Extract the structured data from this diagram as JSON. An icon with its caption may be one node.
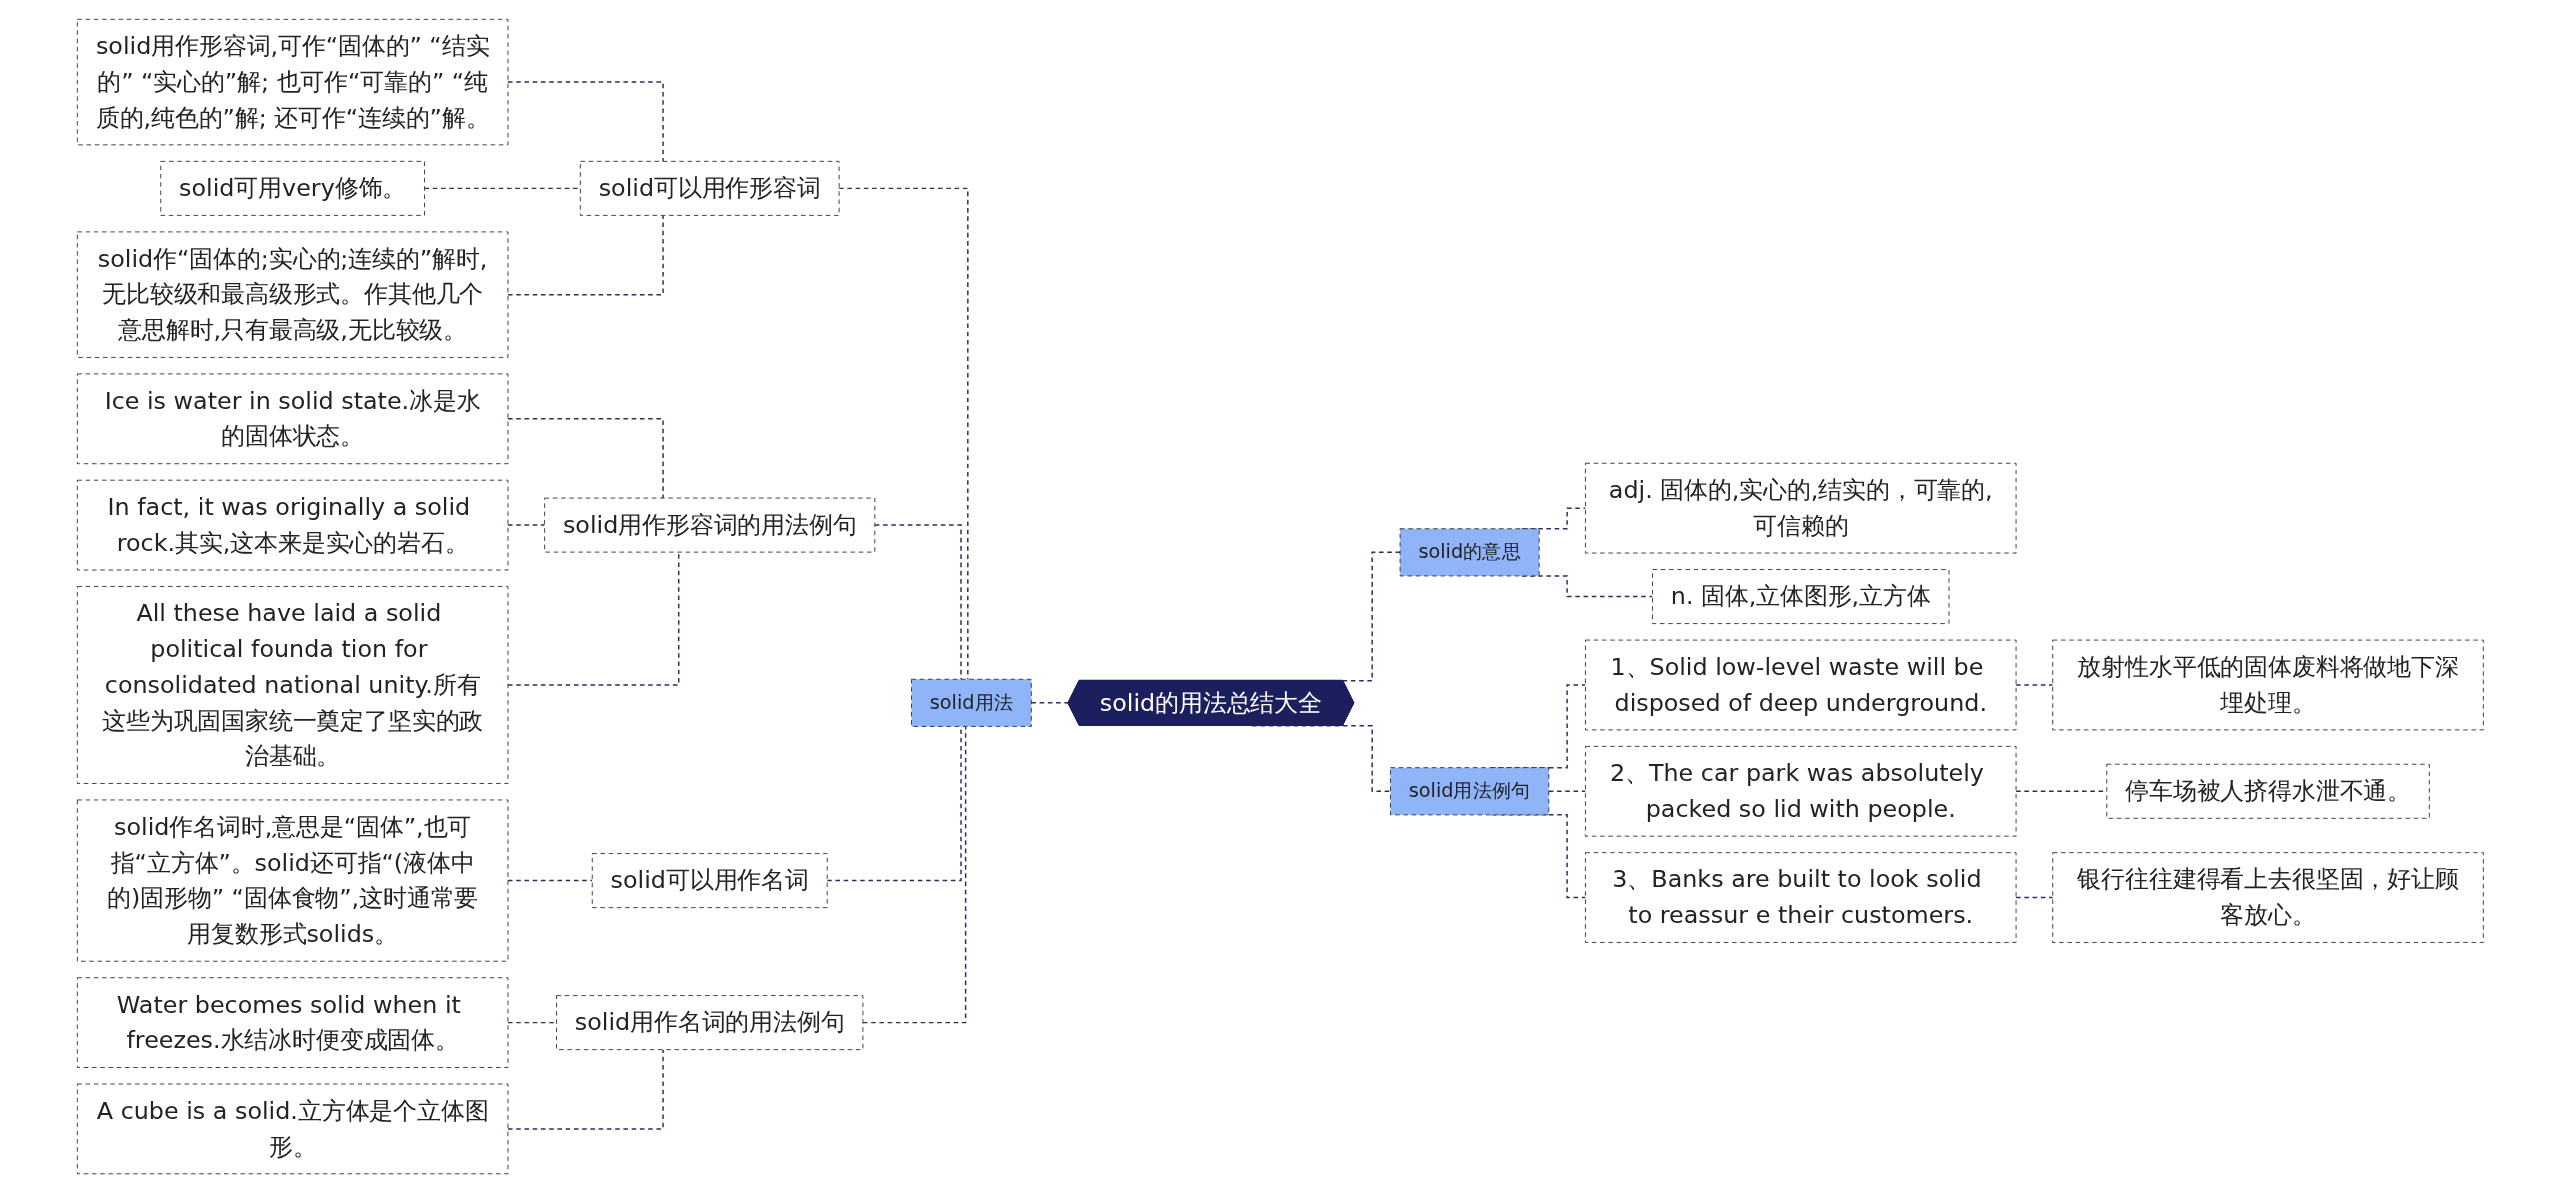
{
  "diagram": {
    "nodes": [
      {
        "text": [
          "solid的用法总结大全"
        ]
      },
      {
        "text": [
          "solid用法"
        ]
      },
      {
        "text": [
          "solid可以用作形容词"
        ]
      },
      {
        "text": [
          "solid用作形容词,可作“固体的” “结实的” “实心的”解; 也可作“可靠的” “纯质的,纯色的”解; 还可作“连续的”解。"
        ]
      },
      {
        "text": [
          "solid可用very修饰。"
        ]
      },
      {
        "text": [
          "solid作“固体的;实心的;连续的”解时,无比较级和最高级形式。作其他几个意思解时,只有最高级,无比较级。"
        ]
      },
      {
        "text": [
          "solid用作形容词的用法例句"
        ]
      },
      {
        "text": [
          "Ice is water in solid state.冰是水的固体状态。"
        ]
      },
      {
        "text": [
          "In fact, it was originally a solid rock.其实,这本来是实心的岩石。"
        ]
      },
      {
        "text": [
          "All these have laid a solid political founda tion for consolidated national unity.所有这些为巩固国家统一奠定了坚实的政治基础。"
        ]
      },
      {
        "text": [
          "solid可以用作名词"
        ]
      },
      {
        "text": [
          "solid作名词时,意思是“固体”,也可指“立方体”。solid还可指“(液体中的)固形物” “固体食物”,这时通常要用复数形式solids。"
        ]
      },
      {
        "text": [
          "solid用作名词的用法例句"
        ]
      },
      {
        "text": [
          "Water becomes solid when it freezes.水结冰时便变成固体。"
        ]
      },
      {
        "text": [
          "A cube is a solid.立方体是个立体图形。"
        ]
      },
      {
        "text": [
          "solid的意思"
        ]
      },
      {
        "text": [
          "adj. 固体的,实心的,结实的，可靠的,可信赖的"
        ]
      },
      {
        "text": [
          "n. 固体,立体图形,立方体"
        ]
      },
      {
        "text": [
          "solid用法例句"
        ]
      },
      {
        "text": [
          "1、Solid low-level waste will be disposed of deep underground."
        ]
      },
      {
        "text": [
          "放射性水平低的固体废料将做地下深埋处理。"
        ]
      },
      {
        "text": [
          "2、The car park was absolutely packed so lid with people."
        ]
      },
      {
        "text": [
          "停车场被人挤得水泄不通。"
        ]
      },
      {
        "text": [
          "3、Banks are built to look solid to reassur e their customers."
        ]
      },
      {
        "text": [
          "银行往往建得看上去很坚固，好让顾客放心。"
        ]
      }
    ],
    "edges": [
      {
        "from": 0,
        "to": 1,
        "arrow": "none",
        "style": "dashed"
      },
      {
        "from": 1,
        "to": 2,
        "arrow": "none",
        "style": "dashed"
      },
      {
        "from": 2,
        "to": 3,
        "arrow": "none",
        "style": "dashed"
      },
      {
        "from": 2,
        "to": 4,
        "arrow": "none",
        "style": "dashed"
      },
      {
        "from": 2,
        "to": 5,
        "arrow": "none",
        "style": "dashed"
      },
      {
        "from": 1,
        "to": 6,
        "arrow": "none",
        "style": "dashed"
      },
      {
        "from": 6,
        "to": 7,
        "arrow": "none",
        "style": "dashed"
      },
      {
        "from": 6,
        "to": 8,
        "arrow": "none",
        "style": "dashed"
      },
      {
        "from": 6,
        "to": 9,
        "arrow": "none",
        "style": "dashed"
      },
      {
        "from": 1,
        "to": 10,
        "arrow": "none",
        "style": "dashed"
      },
      {
        "from": 10,
        "to": 11,
        "arrow": "none",
        "style": "dashed"
      },
      {
        "from": 1,
        "to": 12,
        "arrow": "none",
        "style": "dashed"
      },
      {
        "from": 12,
        "to": 13,
        "arrow": "none",
        "style": "dashed"
      },
      {
        "from": 12,
        "to": 14,
        "arrow": "none",
        "style": "dashed"
      },
      {
        "from": 0,
        "to": 15,
        "arrow": "none",
        "style": "dashed"
      },
      {
        "from": 15,
        "to": 16,
        "arrow": "none",
        "style": "dashed"
      },
      {
        "from": 15,
        "to": 17,
        "arrow": "none",
        "style": "dashed"
      },
      {
        "from": 0,
        "to": 18,
        "arrow": "none",
        "style": "dashed"
      },
      {
        "from": 18,
        "to": 19,
        "arrow": "none",
        "style": "dashed"
      },
      {
        "from": 19,
        "to": 20,
        "arrow": "none",
        "style": "dashed"
      },
      {
        "from": 18,
        "to": 21,
        "arrow": "none",
        "style": "dashed"
      },
      {
        "from": 21,
        "to": 22,
        "arrow": "none",
        "style": "dashed"
      },
      {
        "from": 18,
        "to": 23,
        "arrow": "none",
        "style": "dashed"
      },
      {
        "from": 23,
        "to": 24,
        "arrow": "none",
        "style": "dashed"
      }
    ]
  }
}
